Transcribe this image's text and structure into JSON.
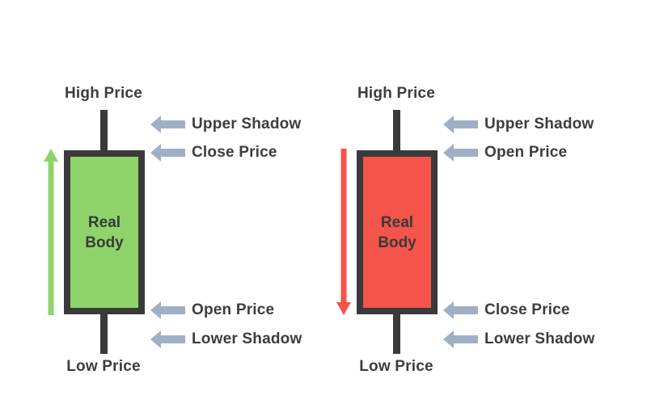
{
  "colors": {
    "bullish_body": "#8ed46b",
    "bearish_body": "#f5544a",
    "bullish_arrow": "#8ed46b",
    "bearish_arrow": "#f5544a",
    "outline": "#3a3a3a",
    "pointer_arrow": "#9fb0c6",
    "text": "#3d3d3d"
  },
  "bullish": {
    "high_label": "High Price",
    "low_label": "Low Price",
    "body_line1": "Real",
    "body_line2": "Body",
    "direction": "up",
    "pointers": [
      {
        "label": "Upper Shadow",
        "icon": "left-arrow-icon"
      },
      {
        "label": "Close Price",
        "icon": "left-arrow-icon"
      },
      {
        "label": "Open Price",
        "icon": "left-arrow-icon"
      },
      {
        "label": "Lower Shadow",
        "icon": "left-arrow-icon"
      }
    ]
  },
  "bearish": {
    "high_label": "High Price",
    "low_label": "Low Price",
    "body_line1": "Real",
    "body_line2": "Body",
    "direction": "down",
    "pointers": [
      {
        "label": "Upper Shadow",
        "icon": "left-arrow-icon"
      },
      {
        "label": "Open Price",
        "icon": "left-arrow-icon"
      },
      {
        "label": "Close Price",
        "icon": "left-arrow-icon"
      },
      {
        "label": "Lower Shadow",
        "icon": "left-arrow-icon"
      }
    ]
  }
}
